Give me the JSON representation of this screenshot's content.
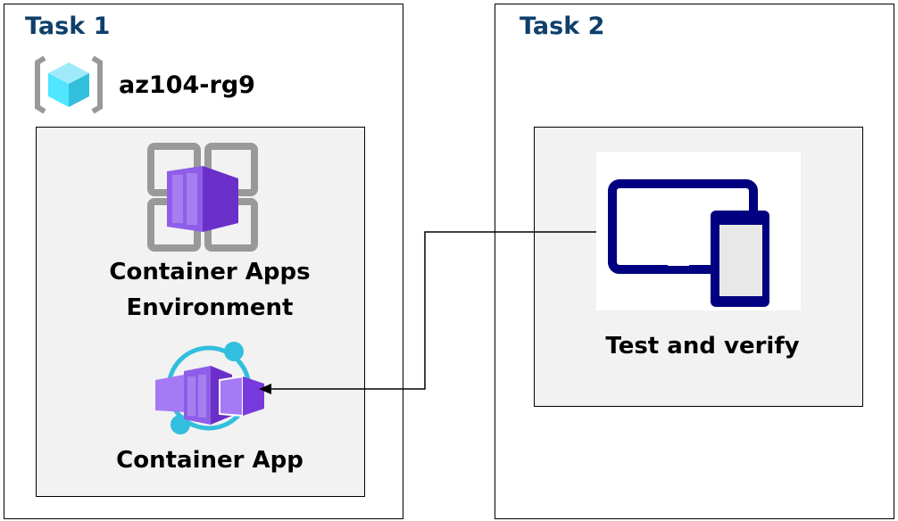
{
  "task1": {
    "title": "Task 1",
    "resource_group": {
      "name": "az104-rg9",
      "icon": "resource-group-icon"
    },
    "environment": {
      "label_line1": "Container Apps",
      "label_line2": "Environment",
      "icon": "container-apps-environment-icon"
    },
    "container_app": {
      "label": "Container App",
      "icon": "container-app-icon"
    }
  },
  "task2": {
    "title": "Task 2",
    "test": {
      "label": "Test and verify",
      "icon": "devices-icon"
    }
  },
  "colors": {
    "title": "#0f3f6b",
    "panel": "#f2f2f2",
    "purple": "#773adc",
    "cyan": "#32bedd",
    "navy": "#000080"
  }
}
